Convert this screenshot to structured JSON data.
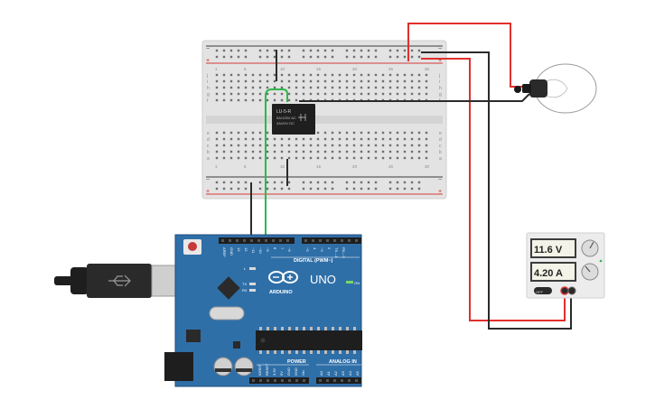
{
  "breadboard": {
    "left_letters": [
      "j",
      "i",
      "h",
      "g",
      "f",
      "e",
      "d",
      "c",
      "b",
      "a"
    ],
    "column_numbers": [
      "1",
      "5",
      "10",
      "15",
      "20",
      "25",
      "30"
    ],
    "rail_plus": "+",
    "rail_minus": "−"
  },
  "relay": {
    "model": "LU-5-R",
    "rating_line1": "5A/125V AC",
    "rating_line2": "3A/24V DC"
  },
  "arduino": {
    "brand": "ARDUINO",
    "model": "UNO",
    "digital_label": "DIGITAL (PWM~)",
    "power_label": "POWER",
    "analog_label": "ANALOG IN",
    "on_label": "ON",
    "tx_label": "TX",
    "rx_label": "RX",
    "l_label": "L",
    "top_pins": [
      "AREF",
      "GND",
      "13",
      "12",
      "~11",
      "~10",
      "~9",
      "8",
      "7",
      "~6",
      "~5",
      "4",
      "~3",
      "2",
      "TX→1",
      "RX←0"
    ],
    "power_pins": [
      "IOREF",
      "RESET",
      "3.3V",
      "5V",
      "GND",
      "GND",
      "Vin"
    ],
    "analog_pins": [
      "A0",
      "A1",
      "A2",
      "A3",
      "A4",
      "A5"
    ]
  },
  "power_supply": {
    "voltage_display": "11.6 V",
    "current_display": "4.20 A",
    "off_label": "OFF"
  },
  "colors": {
    "wire_red": "#e0302c",
    "wire_black": "#2b2b2b",
    "wire_green": "#2eb84a",
    "arduino_blue": "#2f6fa8",
    "breadboard": "#e6e6e6"
  }
}
